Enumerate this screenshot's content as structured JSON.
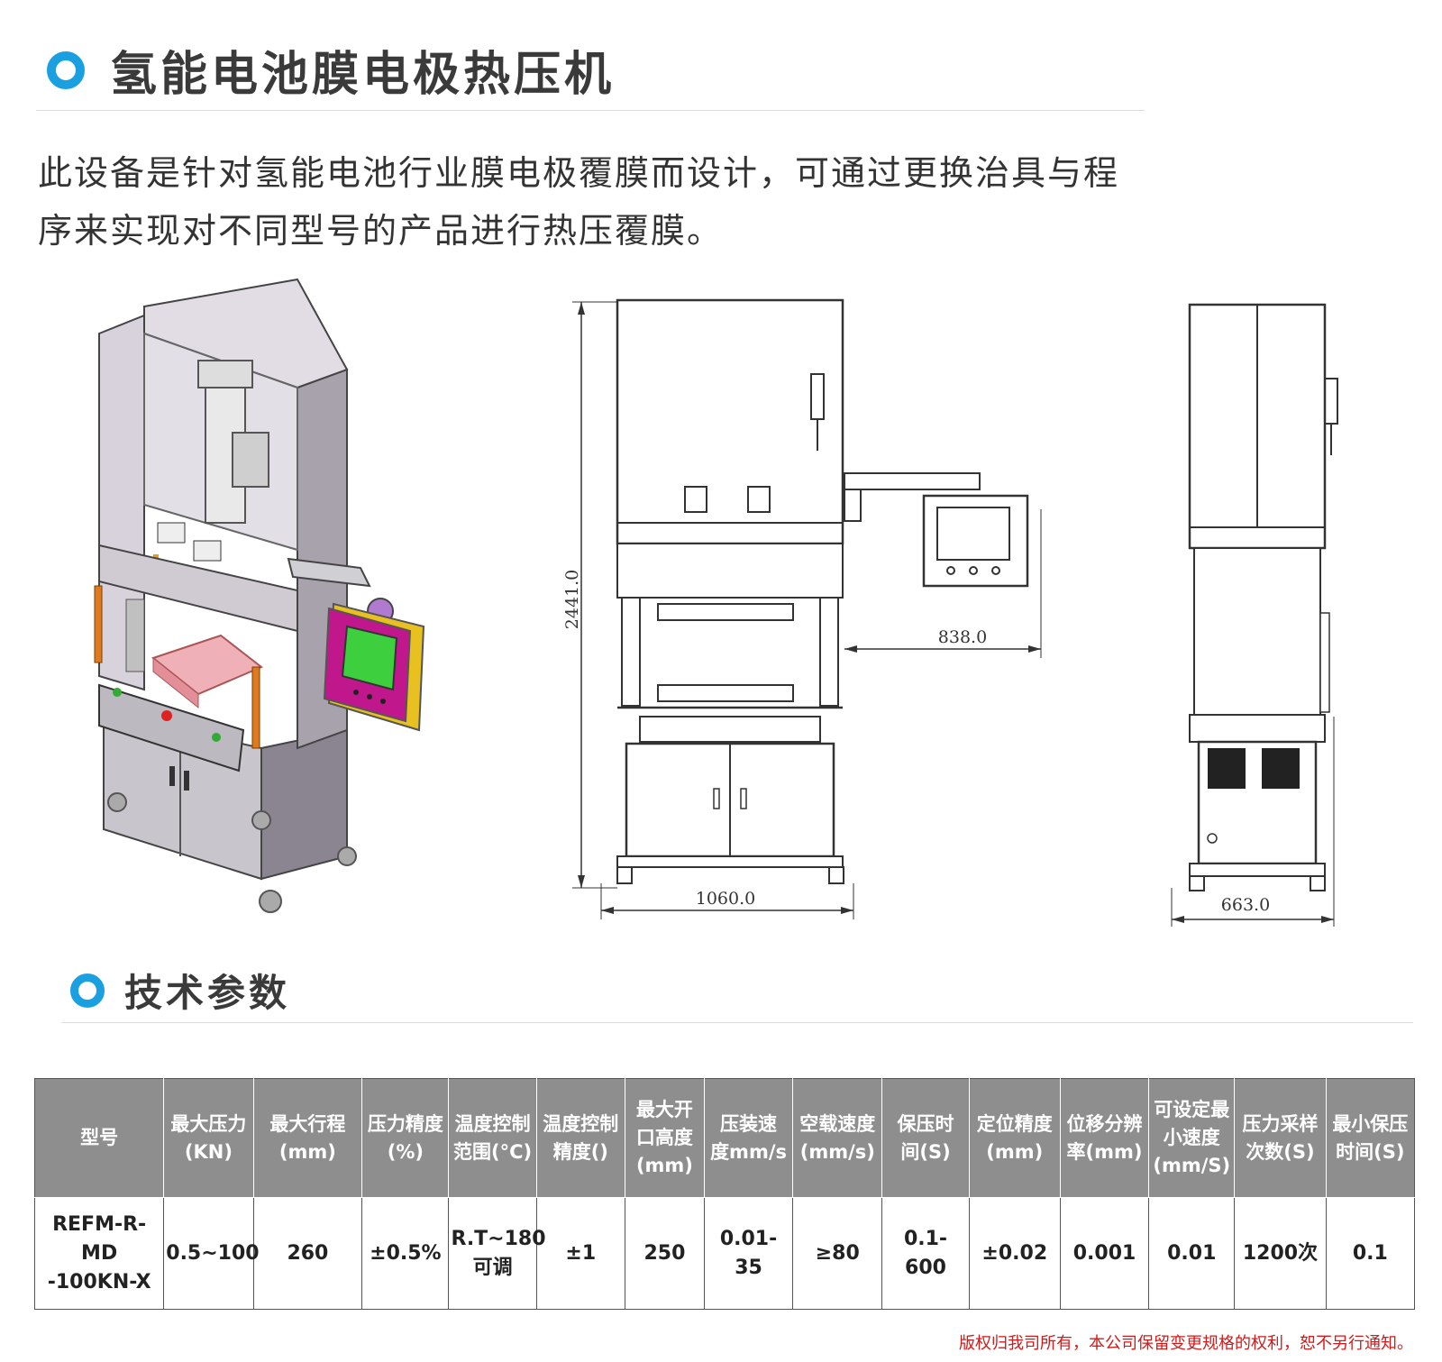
{
  "section1": {
    "title": "氢能电池膜电极热压机"
  },
  "intro": {
    "text": "此设备是针对氢能电池行业膜电极覆膜而设计，可通过更换治具与程序来实现对不同型号的产品进行热压覆膜。"
  },
  "drawings": {
    "front_height": "2441.0",
    "front_width": "1060.0",
    "arm_reach": "838.0",
    "side_depth": "663.0"
  },
  "section2": {
    "title": "技术参数"
  },
  "spec_table": {
    "headers": [
      "型号",
      "最大压力\n(KN)",
      "最大行程\n(mm)",
      "压力精度\n(%)",
      "温度控制\n范围(°C)",
      "温度控制\n精度()",
      "最大开\n口高度\n(mm)",
      "压装速\n度mm/s",
      "空载速度\n(mm/s)",
      "保压时\n间(S)",
      "定位精度\n(mm)",
      "位移分辨\n率(mm)",
      "可设定最\n小速度\n(mm/S)",
      "压力采样\n次数(S)",
      "最小保压\n时间(S)"
    ],
    "rows": [
      [
        "REFM-R-MD\n-100KN-X",
        "0.5~100",
        "260",
        "±0.5%",
        "R.T~180\n可调",
        "±1",
        "250",
        "0.01-35",
        "≥80",
        "0.1-600",
        "±0.02",
        "0.001",
        "0.01",
        "1200次",
        "0.1"
      ]
    ]
  },
  "footer": {
    "copyright": "版权归我司所有，本公司保留变更规格的权利，恕不另行通知。"
  },
  "colors": {
    "accent": "#1a9fe0",
    "table_header": "#8e8e8e",
    "copyright": "#d11a1a",
    "screen_green": "#3ecf3e",
    "panel_magenta": "#c0188c",
    "enclosure_yellow": "#e8c020"
  }
}
